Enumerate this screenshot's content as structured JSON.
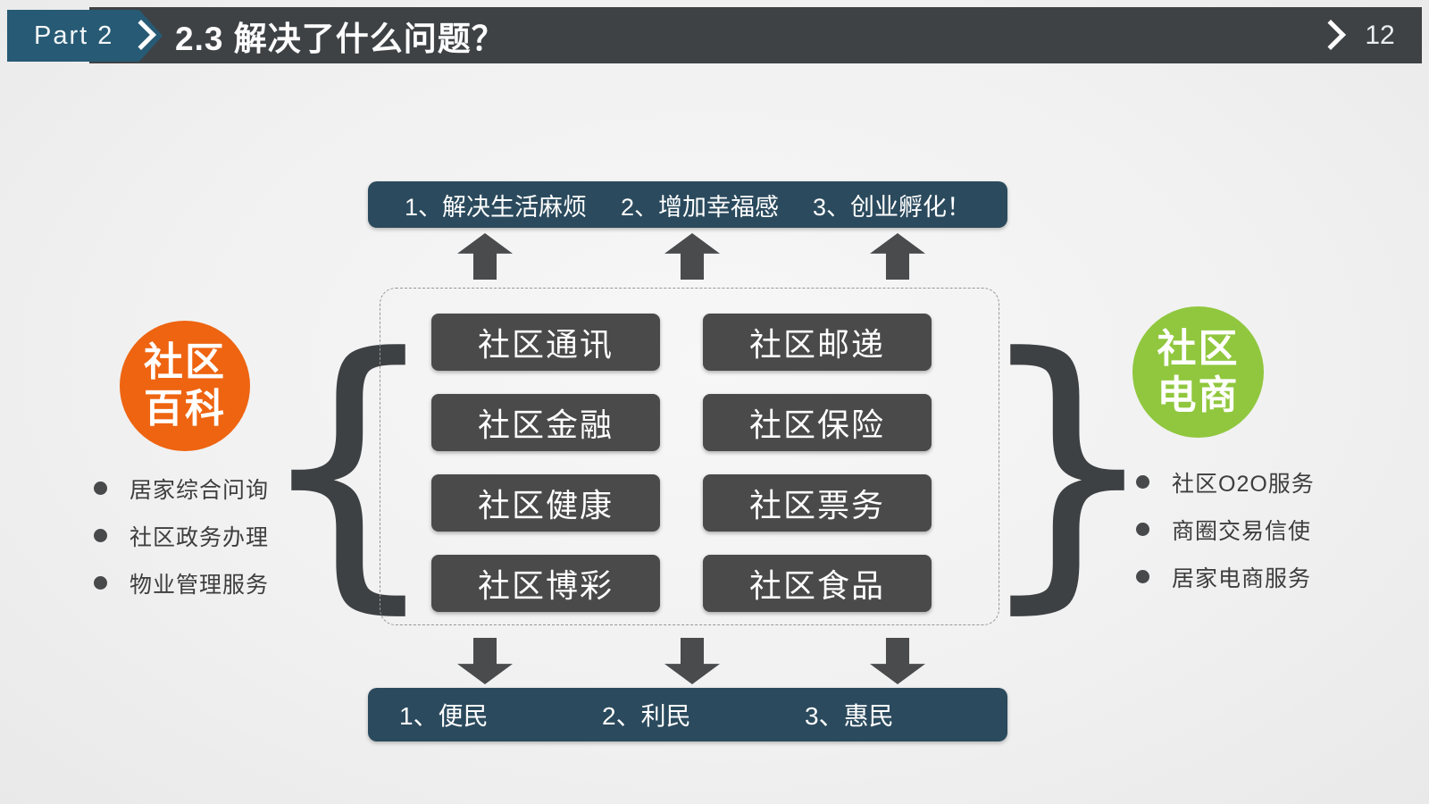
{
  "header": {
    "part_label": "Part 2",
    "title": "2.3 解决了什么问题？",
    "page_number": "12"
  },
  "top_banner": {
    "items": [
      "1、解决生活麻烦",
      "2、增加幸福感",
      "3、创业孵化！"
    ]
  },
  "services": {
    "buttons": [
      "社区通讯",
      "社区邮递",
      "社区金融",
      "社区保险",
      "社区健康",
      "社区票务",
      "社区博彩",
      "社区食品"
    ]
  },
  "left_group": {
    "badge": {
      "line1": "社区",
      "line2": "百科",
      "color": "#ee6411"
    },
    "items": [
      "居家综合问询",
      "社区政务办理",
      "物业管理服务"
    ]
  },
  "right_group": {
    "badge": {
      "line1": "社区",
      "line2": "电商",
      "color": "#90c73e"
    },
    "items": [
      "社区O2O服务",
      "商圈交易信使",
      "居家电商服务"
    ]
  },
  "bottom_banner": {
    "items": [
      "1、便民",
      "2、利民",
      "3、惠民"
    ]
  },
  "glyphs": {
    "brace_left": "{",
    "brace_right": "}"
  },
  "colors": {
    "header_bar": "#3e4245",
    "part_tab": "#275a74",
    "banner": "#2b4a5d",
    "service_button": "#4a4a4a",
    "arrow": "#494b4d",
    "brace": "#3e4144",
    "background": "#f1f1f1",
    "badge_left": "#ee6411",
    "badge_right": "#90c73e"
  }
}
